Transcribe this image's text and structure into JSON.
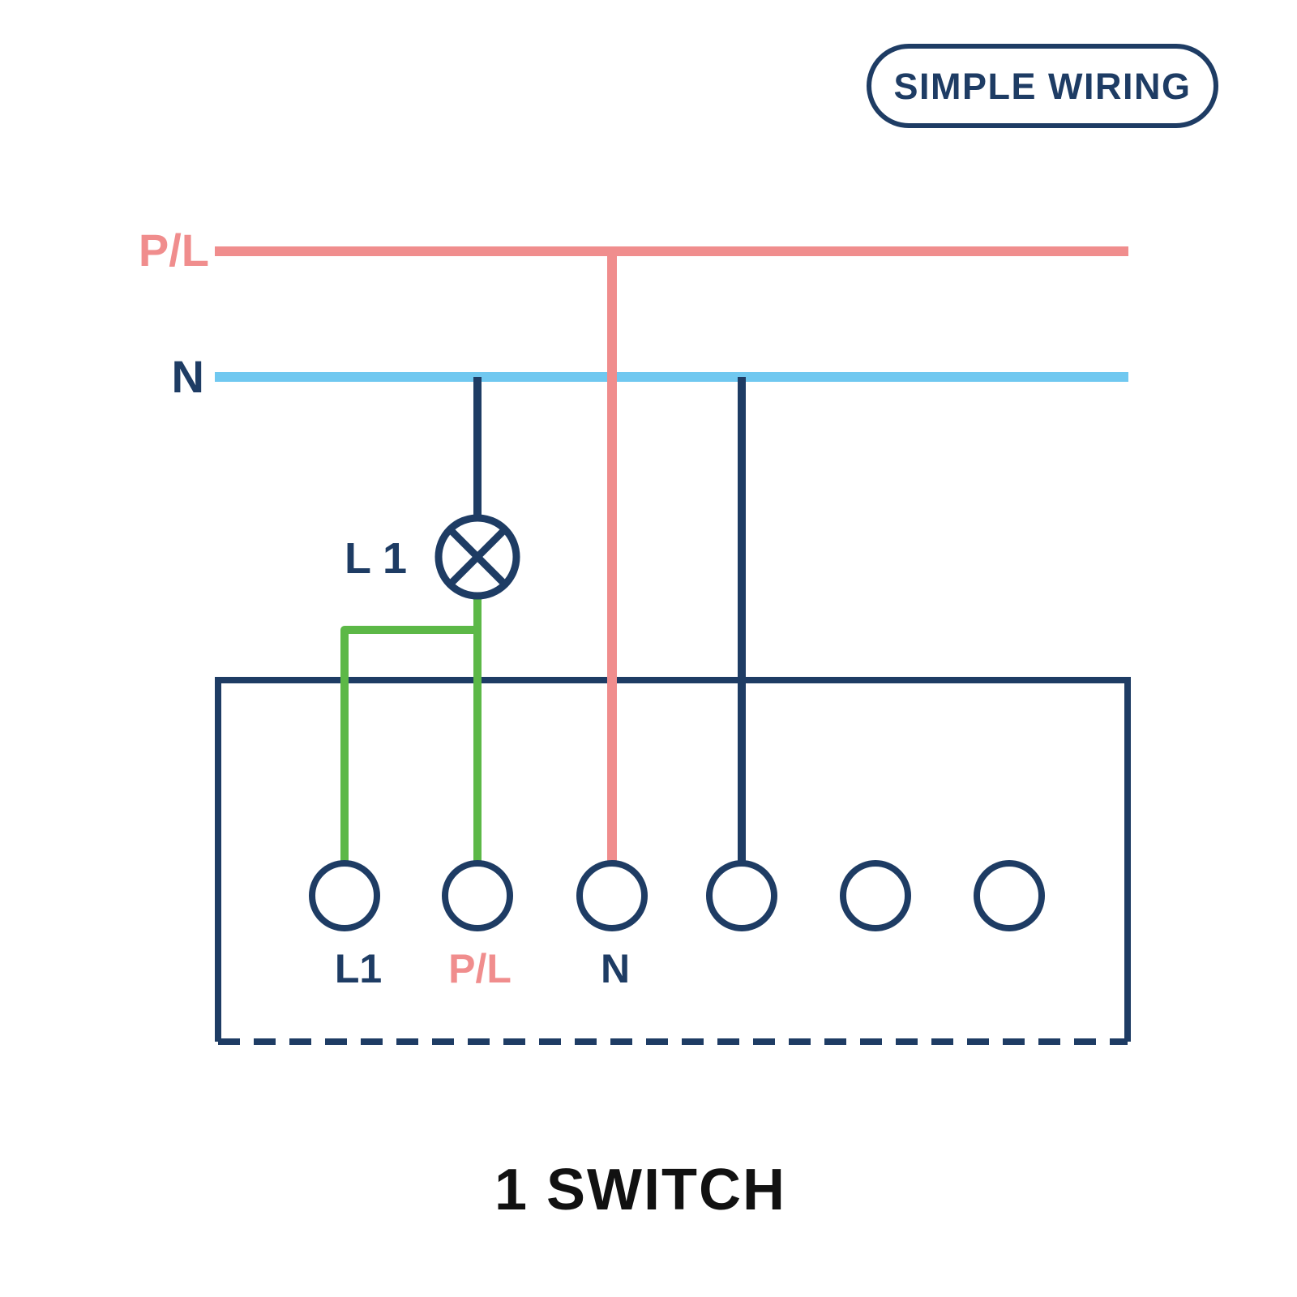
{
  "badge": {
    "label": "SIMPLE WIRING"
  },
  "buses": {
    "pl_label": "P/L",
    "n_label": "N"
  },
  "lamp": {
    "label": "L 1"
  },
  "terminals": {
    "labels": [
      "L1",
      "P/L",
      "N"
    ]
  },
  "title": "1 SWITCH",
  "colors": {
    "navy": "#1e3c64",
    "pink": "#f08d8d",
    "blue": "#70c8f0",
    "green": "#5cb847",
    "title": "#111111"
  }
}
